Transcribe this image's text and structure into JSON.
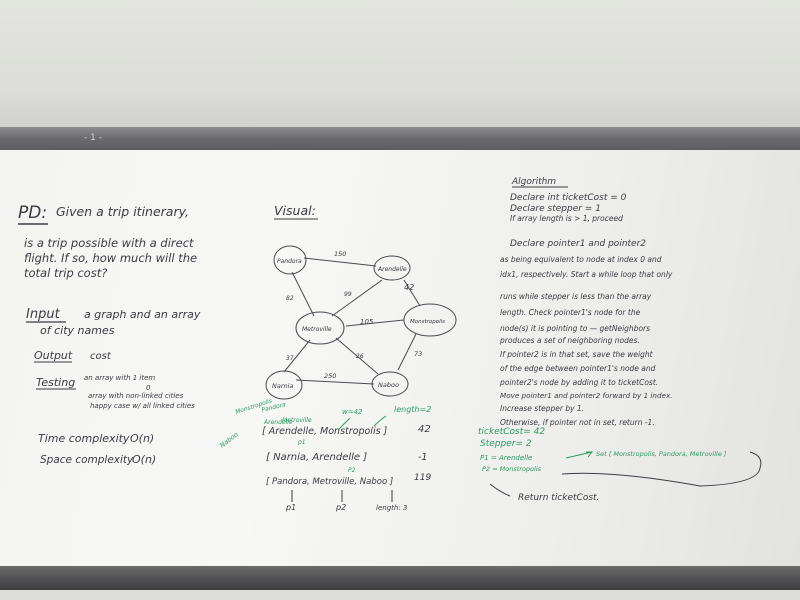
{
  "board": {
    "rail_mark": "- 1 -",
    "left": {
      "pd_label": "PD:",
      "pd_lines": [
        "Given a trip itinerary,",
        "is a trip possible with a direct",
        "flight. If so, how much will the",
        "total trip cost?"
      ],
      "input_label": "Input",
      "input_lines": [
        "a graph and an array",
        "of city names"
      ],
      "output_label": "Output",
      "output_value": "cost",
      "testing_label": "Testing",
      "testing_lines": [
        "an array with 1 item",
        "array with non-linked cities",
        "happy case w/ all linked cities"
      ],
      "testing_zero": "0",
      "time_label": "Time complexity",
      "time_value": "O(n)",
      "space_label": "Space complexity",
      "space_value": "O(n)"
    },
    "visual": {
      "title": "Visual:",
      "nodes": {
        "pandora": "Pandora",
        "arendelle": "Arendelle",
        "metroville": "Metroville",
        "monstropolis": "Monstropolis",
        "narnia": "Narnia",
        "naboo": "Naboo"
      },
      "weights": {
        "pandora_arendelle": "150",
        "pandora_metroville": "82",
        "arendelle_metroville": "99",
        "arendelle_monstropolis": "42",
        "metroville_monstropolis": "105",
        "metroville_naboo": "26",
        "metroville_narnia": "37",
        "narnia_naboo": "250",
        "monstropolis_naboo": "73"
      },
      "tests": [
        {
          "array": "[ Arendelle, Monstropolis ]",
          "result": "42"
        },
        {
          "array": "[ Narnia, Arendelle ]",
          "result": "-1"
        },
        {
          "array": "[ Pandora, Metroville, Naboo ]",
          "result": "119"
        }
      ],
      "green_notes": [
        "Monstropolis",
        "Pandora",
        "Metroville",
        "Naboo",
        "Arendelle",
        "p1",
        "w=42",
        "length=2",
        "P2"
      ],
      "pointer_labels": [
        "p1",
        "p2",
        "length: 3"
      ]
    },
    "algorithm": {
      "title": "Algorithm",
      "lines": [
        "Declare int ticketCost = 0",
        "Declare stepper = 1",
        "If array length is > 1, proceed",
        "Declare pointer1 and pointer2",
        "as being equivalent to node at index 0 and",
        "idx1, respectively. Start a while loop that only",
        "runs while stepper is less than the array",
        "length. Check pointer1's node for the",
        "node(s) it is pointing to — getNeighbors",
        "produces a set of neighboring nodes.",
        "If pointer2 is in that set, save the weight",
        "of the edge between pointer1's node and",
        "pointer2's node by adding it to ticketCost.",
        "Move pointer1 and pointer2 forward by 1 index.",
        "Increase stepper by 1.",
        "Otherwise, if pointer not in set, return -1."
      ],
      "trace": {
        "ticket_cost": "ticketCost= 42",
        "stepper": "Stepper= 2",
        "p1": "P1 = Arendelle",
        "p2": "P2 = Monstropolis",
        "set": "Set [ Monstropolis, Pandora, Metroville ]"
      },
      "return_line": "Return ticketCost."
    }
  }
}
